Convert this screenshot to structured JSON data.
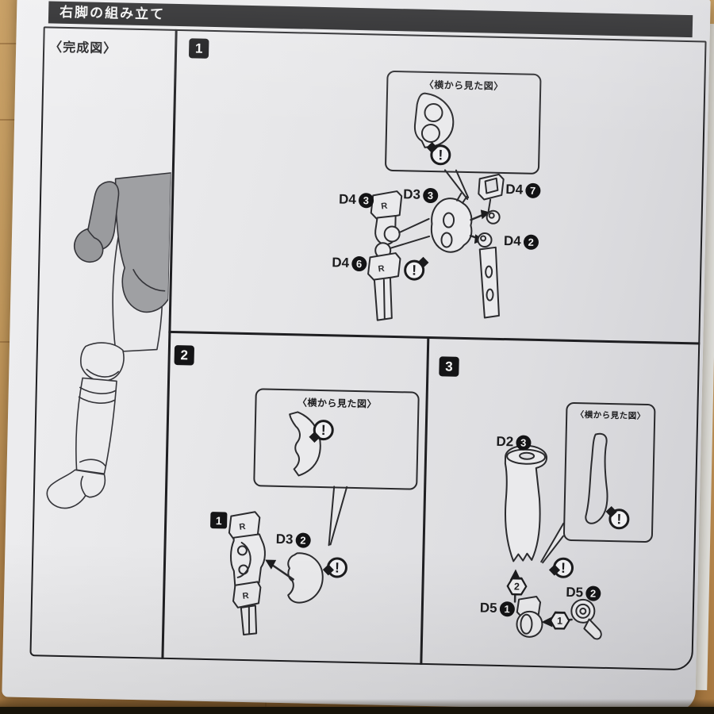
{
  "page": {
    "title": "右脚の組み立て",
    "completed_label": "〈完成図〉"
  },
  "common": {
    "warning_mark": "!"
  },
  "step1": {
    "badge": "1",
    "callout_label": "〈横から見た図〉",
    "parts": [
      {
        "prefix": "D4",
        "num": "3",
        "mark": "R"
      },
      {
        "prefix": "D3",
        "num": "3"
      },
      {
        "prefix": "D4",
        "num": "7"
      },
      {
        "prefix": "D4",
        "num": "2"
      },
      {
        "prefix": "D4",
        "num": "6",
        "mark": "R"
      }
    ]
  },
  "step2": {
    "badge": "2",
    "callout_label": "〈横から見た図〉",
    "subassembly_badge": "1",
    "assembly_marks": [
      "R",
      "R"
    ],
    "parts": [
      {
        "prefix": "D3",
        "num": "2"
      }
    ]
  },
  "step3": {
    "badge": "3",
    "callout_label": "〈横から見た図〉",
    "parts": [
      {
        "prefix": "D2",
        "num": "3"
      },
      {
        "prefix": "D5",
        "num": "1"
      },
      {
        "prefix": "D5",
        "num": "2"
      }
    ],
    "order_badges": [
      "2",
      "1"
    ]
  }
}
